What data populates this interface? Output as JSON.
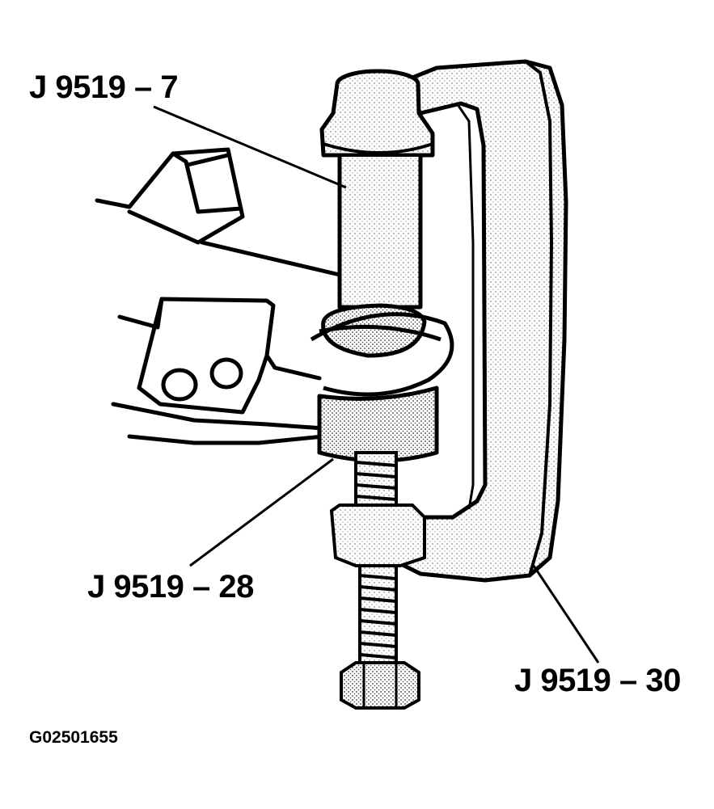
{
  "figure": {
    "id": "G02501655",
    "callouts": {
      "receiver": "J 9519 – 7",
      "adapter": "J 9519 – 28",
      "frame": "J 9519 – 30"
    },
    "colors": {
      "ink": "#000000",
      "paper": "#ffffff",
      "stipple": "#e6e6e6"
    }
  }
}
